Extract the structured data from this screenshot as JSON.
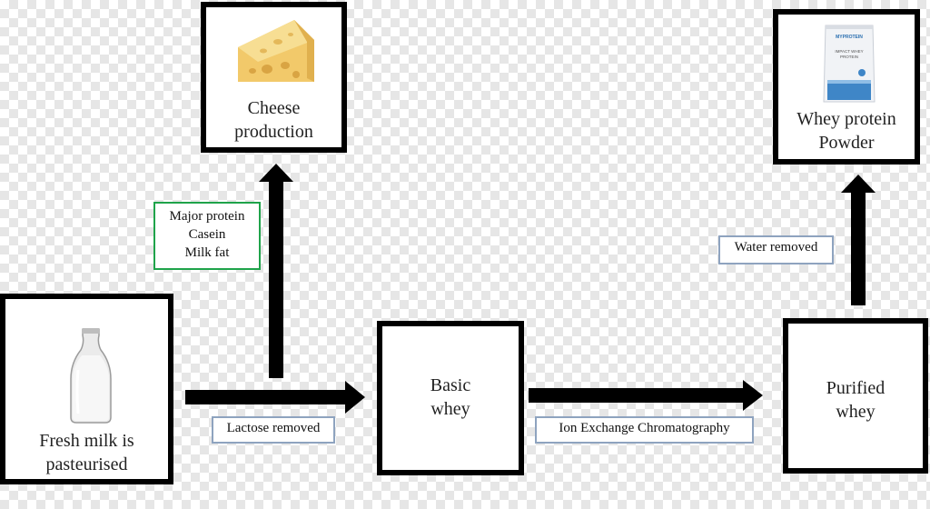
{
  "nodes": {
    "milk": {
      "line1": "Fresh milk is",
      "line2": "pasteurised"
    },
    "cheese": {
      "line1": "Cheese",
      "line2": "production"
    },
    "basic_whey": {
      "line1": "Basic",
      "line2": "whey"
    },
    "purified_whey": {
      "line1": "Purified",
      "line2": "whey"
    },
    "whey_powder": {
      "line1": "Whey protein",
      "line2": "Powder",
      "pack_brand": "MYPROTEIN",
      "pack_name_1": "IMPACT WHEY",
      "pack_name_2": "PROTEIN"
    }
  },
  "labels": {
    "cheese_components": [
      "Major protein",
      "Casein",
      "Milk fat"
    ],
    "lactose_removed": "Lactose removed",
    "ion_exchange": "Ion Exchange Chromatography",
    "water_removed": "Water removed"
  },
  "colors": {
    "box_border": "#000000",
    "label_border_blue": "#8ea3bf",
    "label_border_green": "#1fa34a"
  }
}
